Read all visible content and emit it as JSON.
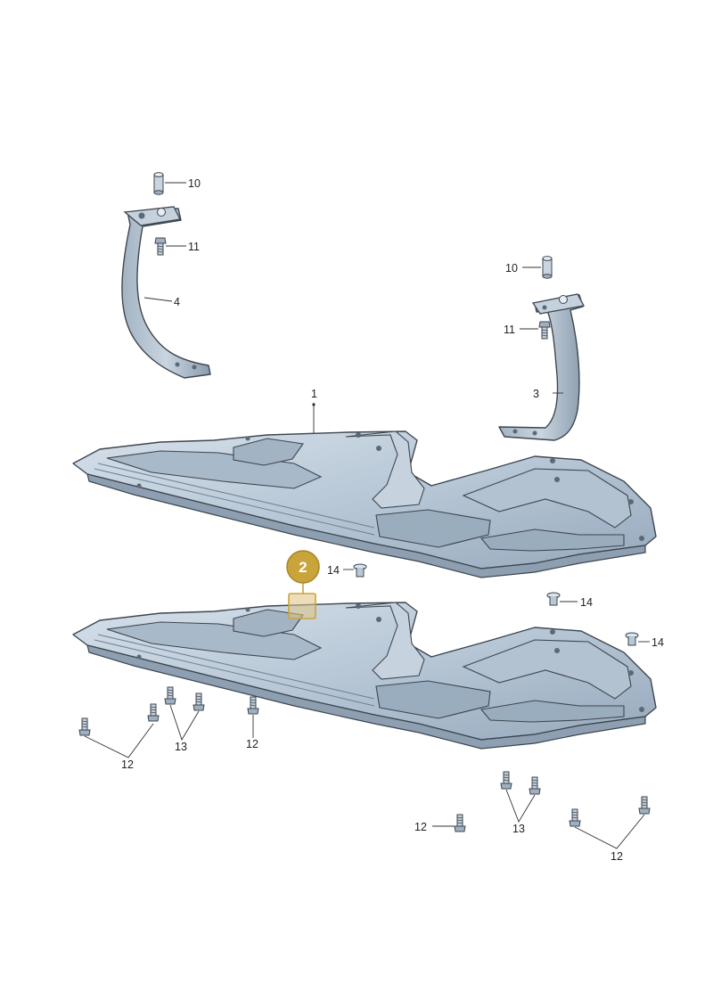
{
  "colors": {
    "panel_fill": "#b9c8d6",
    "panel_dark": "#8d9fb1",
    "panel_light": "#dbe4ec",
    "outline": "#3e4650",
    "highlight_badge": "#c9a43b",
    "highlight_box": "#ddc27f"
  },
  "highlight": {
    "number": "2",
    "target": "underbody-guard-lower"
  },
  "callouts": {
    "c1": "1",
    "c3": "3",
    "c4": "4",
    "c10a": "10",
    "c10b": "10",
    "c11a": "11",
    "c11b": "11",
    "c12a": "12",
    "c12b": "12",
    "c12c": "12",
    "c12d": "12",
    "c13a": "13",
    "c13b": "13",
    "c14a": "14",
    "c14b": "14",
    "c14c": "14"
  }
}
